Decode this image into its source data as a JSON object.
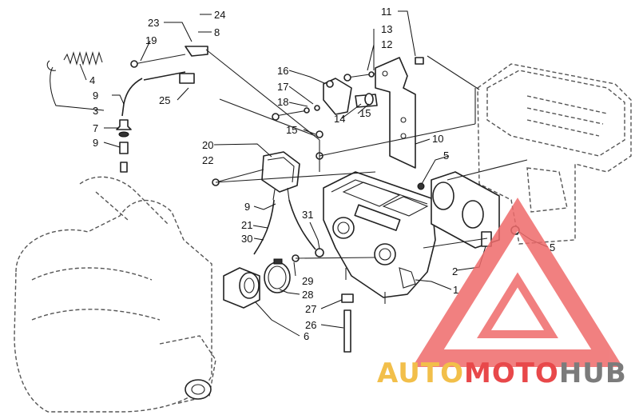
{
  "callouts": [
    {
      "id": "c23",
      "label": "23"
    },
    {
      "id": "c24",
      "label": "24"
    },
    {
      "id": "c8",
      "label": "8"
    },
    {
      "id": "c19",
      "label": "19"
    },
    {
      "id": "c4",
      "label": "4"
    },
    {
      "id": "c9a",
      "label": "9"
    },
    {
      "id": "c3",
      "label": "3"
    },
    {
      "id": "c25",
      "label": "25"
    },
    {
      "id": "c7",
      "label": "7"
    },
    {
      "id": "c9b",
      "label": "9"
    },
    {
      "id": "c11",
      "label": "11"
    },
    {
      "id": "c13",
      "label": "13"
    },
    {
      "id": "c12",
      "label": "12"
    },
    {
      "id": "c16",
      "label": "16"
    },
    {
      "id": "c17",
      "label": "17"
    },
    {
      "id": "c18",
      "label": "18"
    },
    {
      "id": "c14",
      "label": "14"
    },
    {
      "id": "c15a",
      "label": "15"
    },
    {
      "id": "c15b",
      "label": "15"
    },
    {
      "id": "c10",
      "label": "10"
    },
    {
      "id": "c20",
      "label": "20"
    },
    {
      "id": "c22",
      "label": "22"
    },
    {
      "id": "c5a",
      "label": "5"
    },
    {
      "id": "c9c",
      "label": "9"
    },
    {
      "id": "c21",
      "label": "21"
    },
    {
      "id": "c31",
      "label": "31"
    },
    {
      "id": "c30",
      "label": "30"
    },
    {
      "id": "c29",
      "label": "29"
    },
    {
      "id": "c28",
      "label": "28"
    },
    {
      "id": "c2",
      "label": "2"
    },
    {
      "id": "c5b",
      "label": "5"
    },
    {
      "id": "c1",
      "label": "1"
    },
    {
      "id": "c27",
      "label": "27"
    },
    {
      "id": "c26",
      "label": "26"
    },
    {
      "id": "c6",
      "label": "6"
    }
  ],
  "watermark": {
    "part1": "AUTO",
    "part2": "MOTO",
    "part3": "HUB",
    "color_accent": "#f2bf4a",
    "color_red": "#e8484a",
    "color_gray": "#7b7b7b",
    "triangle_color": "#ef6b6b"
  }
}
